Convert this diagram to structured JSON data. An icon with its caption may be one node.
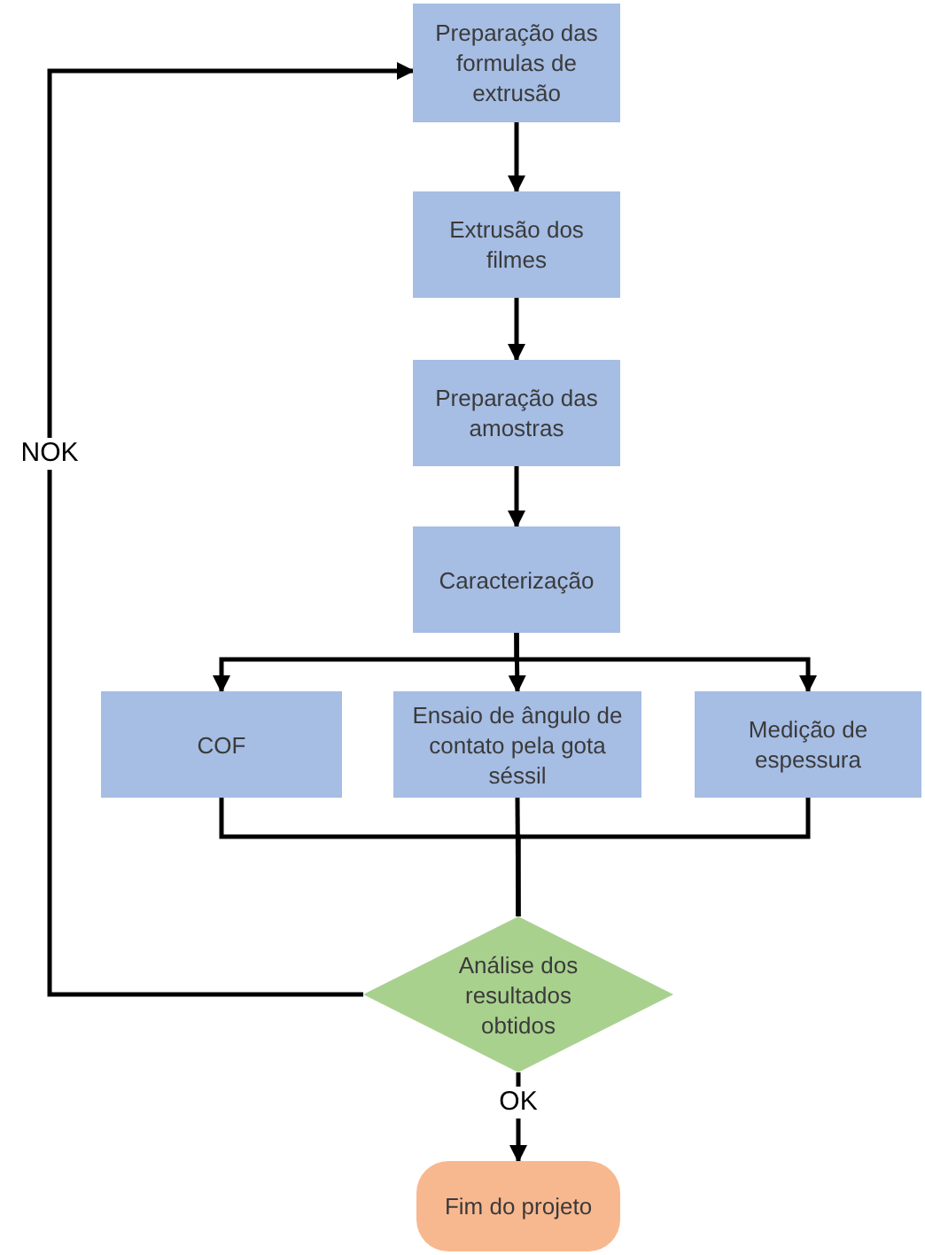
{
  "diagram": {
    "nodes": [
      {
        "text": [
          "Preparação das formulas de extrusão"
        ]
      },
      {
        "text": [
          "Extrusão dos filmes"
        ]
      },
      {
        "text": [
          "Preparação das amostras"
        ]
      },
      {
        "text": [
          "Caracterização"
        ]
      },
      {
        "text": [
          "COF"
        ]
      },
      {
        "text": [
          "Ensaio de ângulo de contato pela gota séssil"
        ]
      },
      {
        "text": [
          "Medição de espessura"
        ]
      },
      {
        "text": [
          "Análise dos resultados obtidos"
        ]
      },
      {
        "text": [
          "Fim do projeto"
        ]
      }
    ],
    "edges": [
      {
        "from": 0,
        "to": 1,
        "arrow": "to"
      },
      {
        "from": 1,
        "to": 2,
        "arrow": "to"
      },
      {
        "from": 2,
        "to": 3,
        "arrow": "to"
      },
      {
        "from": 3,
        "to": 4,
        "arrow": "to"
      },
      {
        "from": 3,
        "to": 5,
        "arrow": "to"
      },
      {
        "from": 3,
        "to": 6,
        "arrow": "to"
      },
      {
        "from": 4,
        "to": 7,
        "arrow": "none"
      },
      {
        "from": 5,
        "to": 7,
        "arrow": "none"
      },
      {
        "from": 6,
        "to": 7,
        "arrow": "none"
      },
      {
        "from": 7,
        "to": 0,
        "arrow": "to",
        "label": "NOK"
      },
      {
        "from": 7,
        "to": 8,
        "arrow": "to",
        "label": "OK"
      }
    ]
  }
}
